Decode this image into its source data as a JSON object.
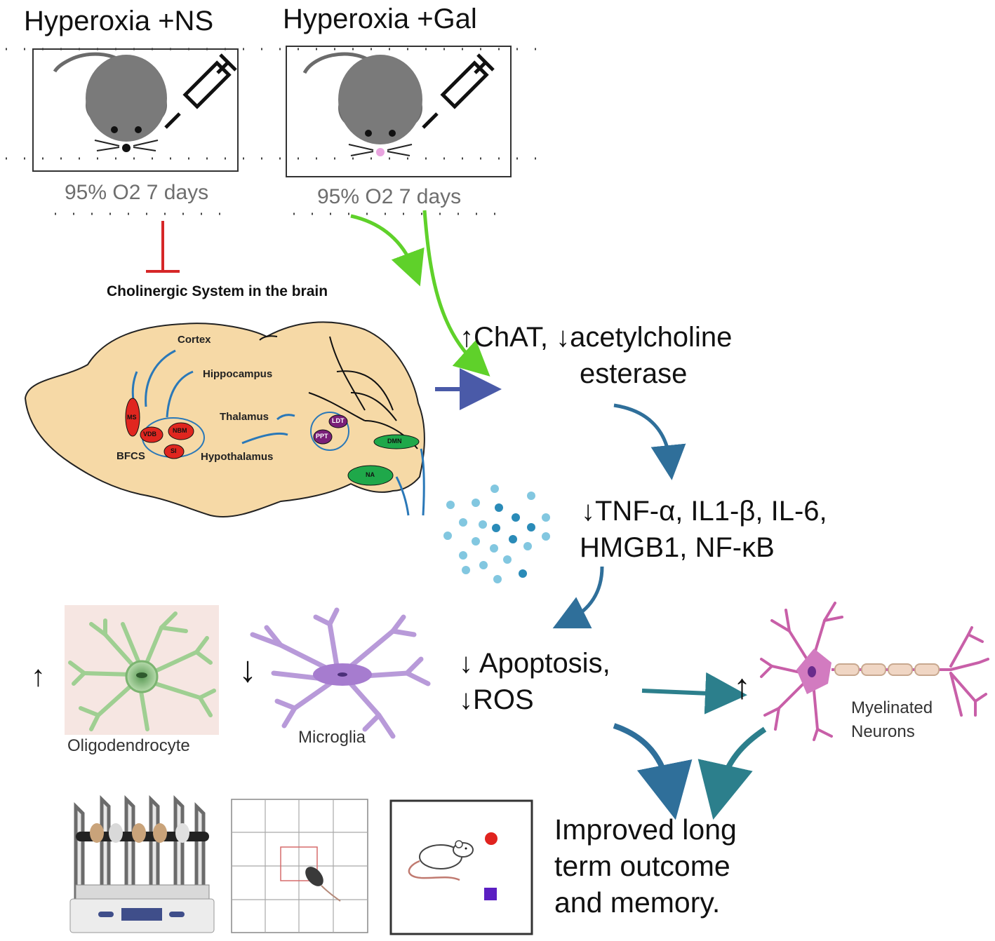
{
  "groups": [
    {
      "title": "Hyperoxia +NS",
      "duration": "95% O2 7 days"
    },
    {
      "title": "Hyperoxia +Gal",
      "duration": "95% O2 7 days"
    }
  ],
  "brain": {
    "title": "Cholinergic System in the brain",
    "regions": [
      "Cortex",
      "Hippocampus",
      "Thalamus",
      "Hypothalamus",
      "BFCS"
    ],
    "nuclei": [
      "MS",
      "VDB",
      "NBM",
      "SI",
      "LDT",
      "PPT",
      "DMN",
      "NA"
    ]
  },
  "effects": {
    "enzymes_line1": "↑ChAT,  ↓acetylcholine",
    "enzymes_line2": "esterase",
    "cytokines_line1": "↓TNF-α, IL1-β, IL-6,",
    "cytokines_line2": "HMGB1, NF-κB",
    "apoptosis_line1": "↓ Apoptosis,",
    "apoptosis_line2": "↓ROS"
  },
  "cells": {
    "oligo_arrow": "↑",
    "oligo_label": "Oligodendrocyte",
    "microglia_arrow": "↓",
    "microglia_label": "Microglia",
    "neuron_arrow": "↑",
    "neuron_label_1": "Myelinated",
    "neuron_label_2": "Neurons"
  },
  "outcome": {
    "line1": "Improved long",
    "line2": "term outcome",
    "line3": "and memory."
  },
  "colors": {
    "inhibit_red": "#d62728",
    "green_arrow": "#5fd12a",
    "navy_arrow": "#4a5aa8",
    "blue_arrow": "#2f6f9a",
    "teal_arrow": "#2c7f8c",
    "brain_fill": "#f6d9a6",
    "nucleus_red": "#e0261f",
    "nucleus_purple": "#7a1f78",
    "nucleus_green": "#1fa84a"
  }
}
